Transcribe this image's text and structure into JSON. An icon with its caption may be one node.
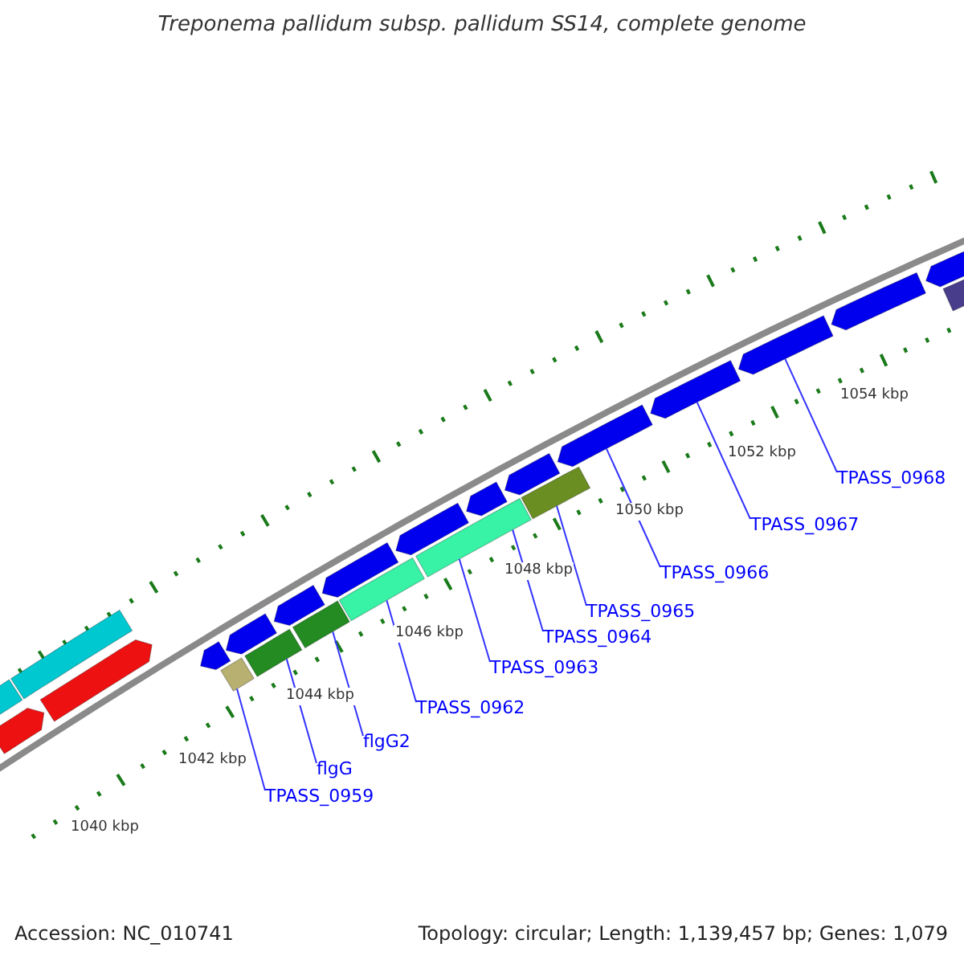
{
  "diagram": {
    "title": "Treponema pallidum subsp. pallidum SS14, complete genome",
    "nodes": [
      {
        "text": [
          "TPASS_0968"
        ]
      },
      {
        "text": [
          "TPASS_0967"
        ]
      },
      {
        "text": [
          "TPASS_0966"
        ]
      },
      {
        "text": [
          "TPASS_0965"
        ]
      },
      {
        "text": [
          "TPASS_0964"
        ]
      },
      {
        "text": [
          "TPASS_0963"
        ]
      },
      {
        "text": [
          "TPASS_0962"
        ]
      },
      {
        "text": [
          "flgG2"
        ]
      },
      {
        "text": [
          "flgG"
        ]
      },
      {
        "text": [
          "TPASS_0959"
        ]
      },
      {
        "text": [],
        "shape": "box"
      },
      {
        "text": [],
        "shape": "box"
      },
      {
        "text": [],
        "shape": "box"
      },
      {
        "text": [],
        "shape": "box"
      },
      {
        "text": [],
        "shape": "box"
      },
      {
        "text": [],
        "shape": "box"
      },
      {
        "text": [],
        "shape": "box"
      },
      {
        "text": [],
        "shape": "box"
      },
      {
        "text": [],
        "shape": "box"
      },
      {
        "text": [],
        "shape": "box"
      },
      {
        "text": [],
        "shape": "box"
      },
      {
        "text": [],
        "shape": "box"
      },
      {
        "text": [],
        "shape": "box"
      },
      {
        "text": [],
        "shape": "box"
      },
      {
        "text": [],
        "shape": "box"
      },
      {
        "text": [],
        "shape": "box"
      },
      {
        "text": [],
        "shape": "box"
      },
      {
        "text": [],
        "shape": "box"
      },
      {
        "text": [],
        "shape": "box"
      },
      {
        "text": [],
        "shape": "box"
      },
      {
        "text": [],
        "shape": "box"
      },
      {
        "text": [],
        "shape": "box"
      },
      {
        "text": [],
        "shape": "box"
      }
    ],
    "edges": [
      {
        "from": 0,
        "to": 29,
        "arrow": "none"
      },
      {
        "from": 1,
        "to": 28,
        "arrow": "none"
      },
      {
        "from": 2,
        "to": 27,
        "arrow": "none"
      },
      {
        "from": 3,
        "to": 26,
        "arrow": "none"
      },
      {
        "from": 4,
        "to": 23,
        "arrow": "none"
      },
      {
        "from": 5,
        "to": 23,
        "arrow": "none"
      },
      {
        "from": 6,
        "to": 21,
        "arrow": "none"
      },
      {
        "from": 7,
        "to": 19,
        "arrow": "none"
      },
      {
        "from": 8,
        "to": 17,
        "arrow": "none"
      },
      {
        "from": 9,
        "to": 15,
        "arrow": "none"
      }
    ],
    "labels": [
      "1054 kbp",
      "1052 kbp",
      "1050 kbp",
      "1048 kbp",
      "1046 kbp",
      "1044 kbp",
      "1042 kbp",
      "1040 kbp",
      "Accession: NC_010741",
      "Topology: circular; Length: 1,139,457 bp; Genes: 1,079"
    ]
  }
}
